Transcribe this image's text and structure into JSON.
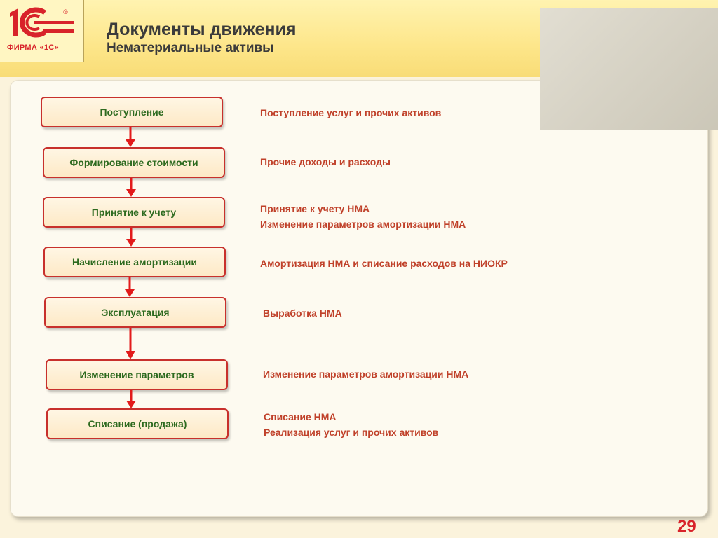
{
  "logo": {
    "text": "ФИРМА «1С»",
    "mark": "®"
  },
  "header": {
    "title": "Документы движения",
    "subtitle": "Нематериальные активы"
  },
  "steps": [
    "Поступление",
    "Формирование стоимости",
    "Принятие к учету",
    "Начисление амортизации",
    "Эксплуатация",
    "Изменение параметров",
    "Списание (продажа)"
  ],
  "documents": [
    [
      "Поступление услуг и прочих активов"
    ],
    [
      "Прочие доходы и расходы"
    ],
    [
      "Принятие к учету НМА",
      "Изменение параметров амортизации НМА"
    ],
    [
      "Амортизация НМА и списание расходов на НИОКР"
    ],
    [
      "Выработка НМА"
    ],
    [
      "Изменение параметров амортизации НМА"
    ],
    [
      "Списание НМА",
      "Реализация услуг и прочих активов"
    ]
  ],
  "page_number": "29",
  "colors": {
    "step_border": "#c8302c",
    "step_text": "#2d6a1f",
    "doc_text": "#c0412a",
    "arrow": "#e21b1b",
    "brand_red": "#d8232a"
  }
}
